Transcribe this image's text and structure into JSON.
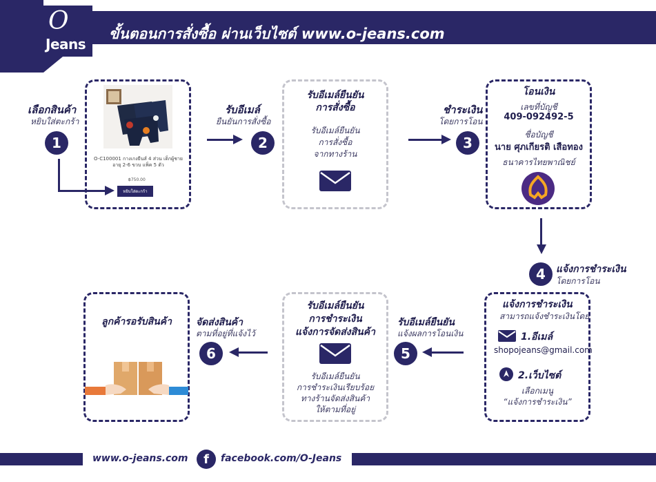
{
  "header": {
    "logo_o": "O",
    "logo_jeans": "Jeans",
    "title": "ขั้นตอนการสั่งซื้อ ผ่านเว็บไซต์ www.o-jeans.com"
  },
  "step1": {
    "number": "1",
    "title": "เลือกสินค้า",
    "subtitle": "หยิบใส่ตะกร้า",
    "product_desc": "O-C100001 กางเกงยีนส์ 4 ส่วน เด็กผู้ชาย อายุ 2-6 ขวบ แพ็ค 5 ตัว",
    "product_price": "฿750.00",
    "add_button": "หยิบใส่ตะกร้า"
  },
  "step2": {
    "number": "2",
    "title": "รับอีเมล์",
    "subtitle": "ยืนยันการสั่งซื้อ",
    "box_title_1": "รับอีเมล์ยืนยัน",
    "box_title_2": "การสั่งซื้อ",
    "box_text_1": "รับอีเมล์ยืนยัน",
    "box_text_2": "การสั่งซื้อ",
    "box_text_3": "จากทางร้าน"
  },
  "step3": {
    "number": "3",
    "title": "ชำระเงิน",
    "subtitle": "โดยการโอน",
    "box_title": "โอนเงิน",
    "account_no_label": "เลขที่บัญชี",
    "account_no": "409-092492-5",
    "account_name_label": "ชื่อบัญชี",
    "account_name": "นาย ศุภเกียรติ เสือทอง",
    "bank": "ธนาคารไทยพาณิชย์"
  },
  "step4": {
    "number": "4",
    "title": "แจ้งการชำระเงิน",
    "subtitle": "โดยการโอน",
    "box_title": "แจ้งการชำระเงิน",
    "box_subtitle": "สามารถแจ้งชำระเงินโดย",
    "opt1_title": "1.อีเมล์",
    "opt1_value": "shopojeans@gmail.com",
    "opt2_title": "2.เว็บไซต์",
    "opt2_text_1": "เลือกเมนู",
    "opt2_text_2": "“แจ้งการชำระเงิน”"
  },
  "step5": {
    "number": "5",
    "title": "รับอีเมล์ยืนยัน",
    "subtitle": "แจ้งผลการโอนเงิน",
    "box_title_1": "รับอีเมล์ยืนยัน",
    "box_title_2": "การชำระเงิน",
    "box_title_3": "แจ้งการจัดส่งสินค้า",
    "box_text_1": "รับอีเมล์ยืนยัน",
    "box_text_2": "การชำระเงินเรียบร้อย",
    "box_text_3": "ทางร้านจัดส่งสินค้า",
    "box_text_4": "ให้ตามที่อยู่"
  },
  "step6": {
    "number": "6",
    "title": "จัดส่งสินค้า",
    "subtitle": "ตามที่อยู่ที่แจ้งไว้",
    "box_title": "ลูกค้ารอรับสินค้า"
  },
  "footer": {
    "website": "www.o-jeans.com",
    "fb_letter": "f",
    "facebook": "facebook.com/O-Jeans"
  },
  "colors": {
    "navy": "#2a2766",
    "scb_purple": "#4b2a83",
    "scb_gold": "#f5a623",
    "box_tan": "#e0a86a"
  }
}
